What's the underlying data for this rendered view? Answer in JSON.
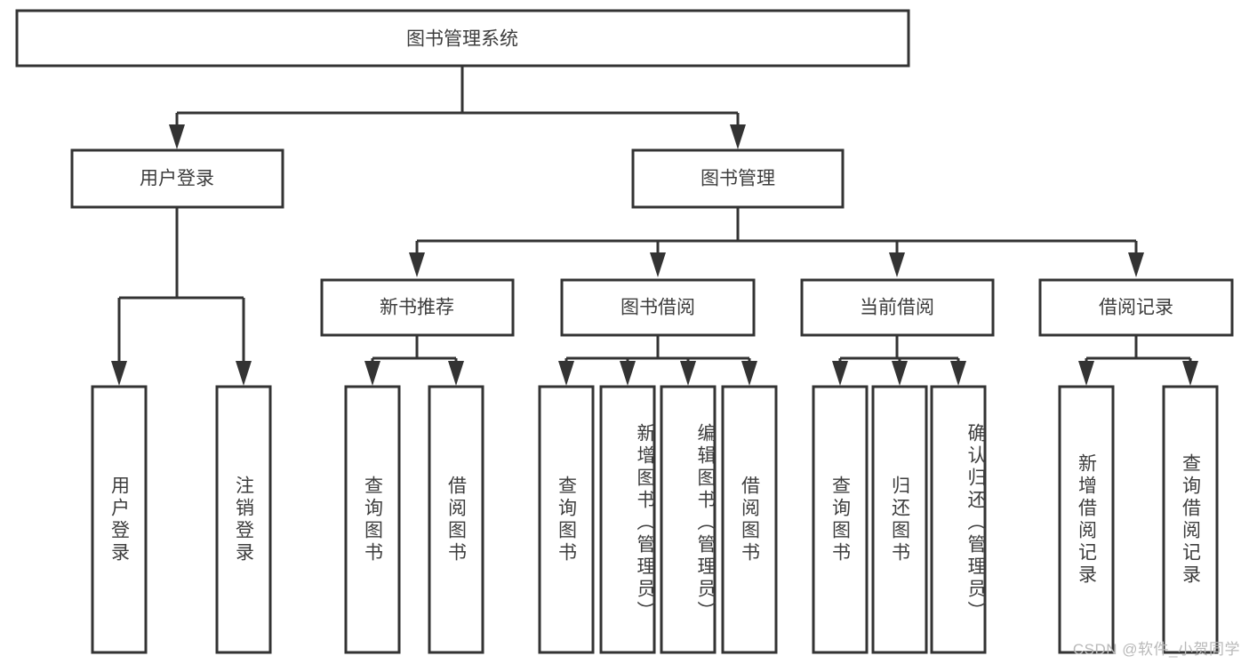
{
  "diagram": {
    "type": "tree",
    "title": "图书管理系统",
    "watermark": "CSDN @软件_小贺同学",
    "colors": {
      "box_stroke": "#333333",
      "box_fill": "#ffffff",
      "text": "#3d3d3d",
      "watermark": "#b9b9b9",
      "background": "#ffffff"
    },
    "root": {
      "label": "图书管理系统"
    },
    "level2": [
      {
        "label": "用户登录"
      },
      {
        "label": "图书管理"
      }
    ],
    "level3": [
      {
        "label": "新书推荐"
      },
      {
        "label": "图书借阅"
      },
      {
        "label": "当前借阅"
      },
      {
        "label": "借阅记录"
      }
    ],
    "leaves": {
      "user_login": [
        {
          "label": "用户登录"
        },
        {
          "label": "注销登录"
        }
      ],
      "new_book_recommend": [
        {
          "label": "查询图书"
        },
        {
          "label": "借阅图书"
        }
      ],
      "book_borrow": [
        {
          "label": "查询图书"
        },
        {
          "label": "新增图书（管理员）"
        },
        {
          "label": "编辑图书（管理员）"
        },
        {
          "label": "借阅图书"
        }
      ],
      "current_borrow": [
        {
          "label": "查询图书"
        },
        {
          "label": "归还图书"
        },
        {
          "label": "确认归还（管理员）"
        }
      ],
      "borrow_record": [
        {
          "label": "新增借阅记录"
        },
        {
          "label": "查询借阅记录"
        }
      ]
    }
  }
}
